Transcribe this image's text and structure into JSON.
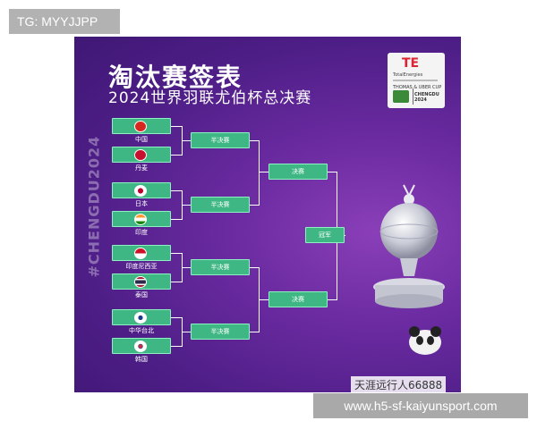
{
  "tag": "TG: MYYJJPP",
  "poster": {
    "title": "淘汰赛签表",
    "subtitle": "2024世界羽联尤伯杯总决赛",
    "side_text": "#CHENGDU2024",
    "logo": {
      "brand": "TE",
      "line1": "TotalEnergies",
      "line2": "THOMAS & UBER CUP FINALS",
      "line3": "CHENGDU 2024"
    },
    "teams": [
      {
        "name": "中国",
        "flag_color": "#d7281f"
      },
      {
        "name": "丹麦",
        "flag_color": "#c8102e"
      },
      {
        "name": "日本",
        "flag_color": "#ffffff"
      },
      {
        "name": "印度",
        "flag_color": "#ff9933"
      },
      {
        "name": "印度尼西亚",
        "flag_color": "#ce1126"
      },
      {
        "name": "泰国",
        "flag_color": "#241d4f"
      },
      {
        "name": "中华台北",
        "flag_color": "#ffffff"
      },
      {
        "name": "韩国",
        "flag_color": "#ffffff"
      }
    ],
    "semi_finals": [
      "半决赛",
      "半决赛",
      "半决赛",
      "半决赛"
    ],
    "finals": [
      "决赛",
      "决赛"
    ],
    "champion": "冠军"
  },
  "watermarks": {
    "weibo": "天涯远行人66888",
    "site": "www.h5-sf-kaiyunsport.com"
  }
}
